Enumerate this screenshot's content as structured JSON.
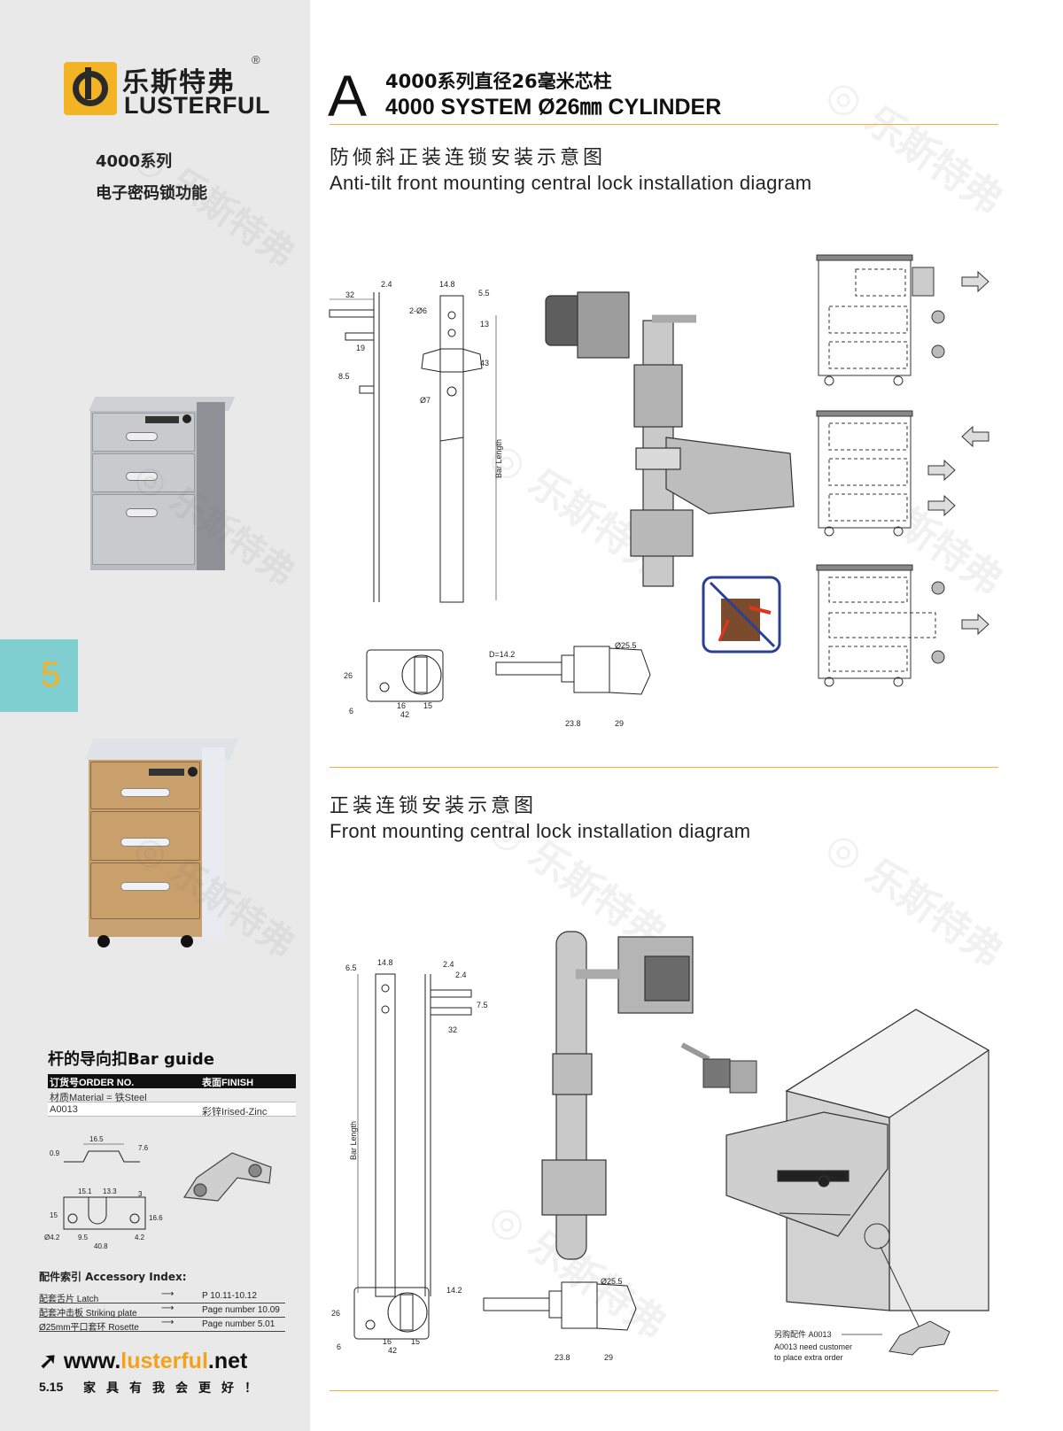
{
  "brand": {
    "name_cn": "乐斯特弗",
    "name_en": "LUSTERFUL",
    "registered": "®"
  },
  "sidebar": {
    "series": "4000系列",
    "function": "电子密码锁功能",
    "chapter": "5",
    "bar_guide": {
      "title": "杆的导向扣Bar guide",
      "head_order": "订货号ORDER NO.",
      "head_finish": "表面FINISH",
      "material": "材质Material = 铁Steel",
      "order_no": "A0013",
      "finish": "彩锌Irised-Zinc",
      "dims": [
        "16.5",
        "0.9",
        "7.6",
        "15.1",
        "13.3",
        "3",
        "15",
        "16.6",
        "Ø4.2",
        "9.5",
        "40.8",
        "4.2"
      ]
    },
    "accessory": {
      "title": "配件索引 Accessory Index:",
      "rows": [
        {
          "name": "配套舌片 Latch",
          "arrow": "⟶",
          "page": "P 10.11-10.12"
        },
        {
          "name": "配套冲击板 Striking plate",
          "arrow": "⟶",
          "page": "Page number 10.09"
        },
        {
          "name": "Ø25mm平口套环 Rosette",
          "arrow": "⟶",
          "page": "Page number 5.01"
        }
      ]
    },
    "website_prefix": "www.",
    "website_brand": "lusterful",
    "website_suffix": ".net",
    "page_number": "5.15",
    "slogan": "家具有我会更好！"
  },
  "header": {
    "letter": "A",
    "title_cn": "4000系列直径26毫米芯柱",
    "title_en": "4000 SYSTEM Ø26㎜ CYLINDER"
  },
  "section1": {
    "title_cn": "防倾斜正装连锁安装示意图",
    "title_en": "Anti-tilt front mounting central lock installation diagram",
    "dims_a": [
      "32",
      "2.4",
      "19",
      "8.5"
    ],
    "dims_b": [
      "14.8",
      "5.5",
      "2-Ø6",
      "13",
      "43",
      "Ø7",
      "Bar Length"
    ],
    "dims_c": [
      "26",
      "6",
      "16",
      "15",
      "42"
    ],
    "dims_d": [
      "D=14.2",
      "Ø25.5",
      "23.8",
      "29"
    ]
  },
  "section2": {
    "title_cn": "正装连锁安装示意图",
    "title_en": "Front mounting central lock installation diagram",
    "dims_a": [
      "6.5",
      "14.8",
      "Bar Length"
    ],
    "dims_b": [
      "2.4",
      "2.4",
      "7.5",
      "32"
    ],
    "dims_c": [
      "26",
      "6",
      "16",
      "15",
      "42"
    ],
    "dims_d": [
      "14.2",
      "Ø25.5",
      "23.8",
      "29"
    ],
    "note_line1": "另购配件 A0013",
    "note_line2": "A0013 need customer",
    "note_line3": "to place extra order"
  },
  "colors": {
    "accent": "#f2a31c",
    "rule": "#e9b63a",
    "tab": "#7fcfd0",
    "sidebar_bg": "#e9e9ea",
    "prohibit": "#2a3f96",
    "arrow_red": "#e2341d"
  }
}
